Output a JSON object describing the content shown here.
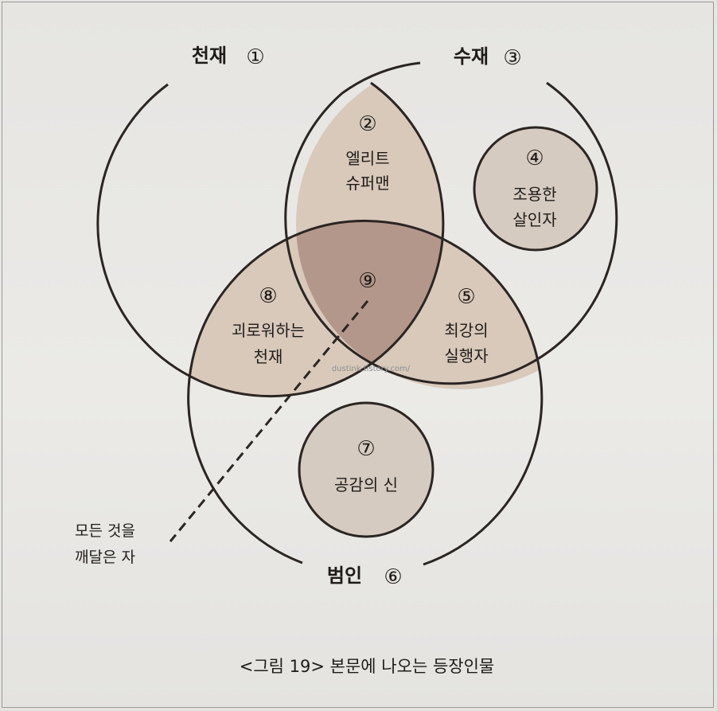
{
  "sets": {
    "genius": {
      "name": "천재",
      "number": "①"
    },
    "talent": {
      "name": "수재",
      "number": "③"
    },
    "criminal": {
      "name": "범인",
      "number": "⑥"
    }
  },
  "regions": [
    {
      "id": "elite-superman",
      "number": "②",
      "lines": [
        "엘리트",
        "슈퍼맨"
      ]
    },
    {
      "id": "quiet-murderer",
      "number": "④",
      "lines": [
        "조용한",
        "살인자"
      ]
    },
    {
      "id": "strongest-executor",
      "number": "⑤",
      "lines": [
        "최강의",
        "실행자"
      ]
    },
    {
      "id": "god-of-empathy",
      "number": "⑦",
      "lines": [
        "공감의 신"
      ]
    },
    {
      "id": "suffering-genius",
      "number": "⑧",
      "lines": [
        "괴로워하는",
        "천재"
      ]
    },
    {
      "id": "enlightened-one",
      "number": "⑨",
      "lines": []
    }
  ],
  "callout": {
    "lines": [
      "모든 것을",
      "깨달은 자"
    ]
  },
  "caption": "<그림 19> 본문에 나오는 등장인물",
  "watermark": "dustink.tistory.com/",
  "colors": {
    "stroke": "#2b2522",
    "pair_overlap": "#d8c9bb",
    "triple_overlap": "#b3978a",
    "inner_circle": "#d6cbc0",
    "background": "#e9e8e5"
  }
}
